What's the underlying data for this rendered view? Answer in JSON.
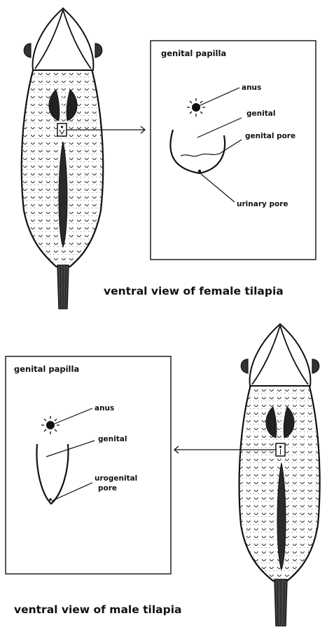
{
  "female": {
    "panel_title": "genital papilla",
    "labels": {
      "anus": "anus",
      "genital": "genital",
      "genital_pore": "genital pore",
      "urinary_pore": "urinary pore"
    },
    "caption": "ventral view of female tilapia"
  },
  "male": {
    "panel_title": "genital papilla",
    "labels": {
      "anus": "anus",
      "genital": "genital",
      "urogenital_line1": "urogenital",
      "urogenital_line2": "pore"
    },
    "caption": "ventral view of male tilapia"
  },
  "colors": {
    "ink": "#111111",
    "paper": "#ffffff"
  }
}
